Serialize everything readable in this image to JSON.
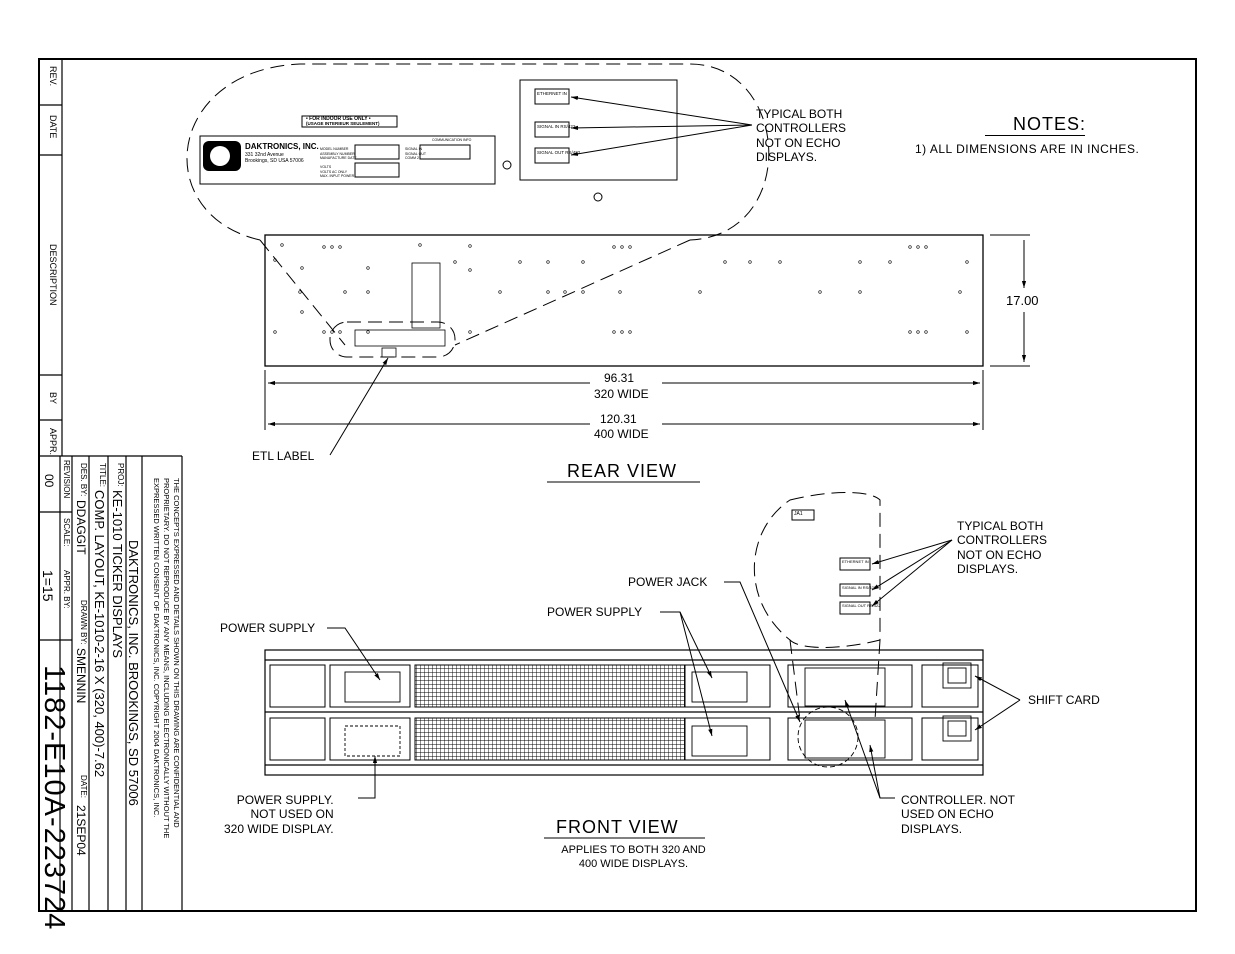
{
  "notes": {
    "title": "NOTES:",
    "items": [
      "1) ALL DIMENSIONS ARE IN INCHES."
    ]
  },
  "rear_view": {
    "title": "REAR VIEW",
    "height_dim": "17.00",
    "width_320": "96.31",
    "width_320_label": "320 WIDE",
    "width_400": "120.31",
    "width_400_label": "400 WIDE",
    "etl_label": "ETL LABEL",
    "controllers_note": [
      "TYPICAL BOTH",
      "CONTROLLERS",
      "NOT ON ECHO",
      "DISPLAYS."
    ],
    "ports": [
      "ETHERNET IN",
      "SIGNAL IN RS/422",
      "SIGNAL OUT RS/422"
    ]
  },
  "label_plate": {
    "indoor_line1": "• FOR INDOOR USE ONLY •",
    "indoor_line2": "(USAGE INTERIEUR SEULEMENT)",
    "company": "DAKTRONICS, INC.",
    "address1": "331 32nd Avenue",
    "address2": "Brookings, SD USA 57006",
    "fields": [
      "MODEL NUMBER",
      "ASSEMBLY NUMBER",
      "MANUFACTURE DATE",
      "VOLTS",
      "VOLTS AC ONLY",
      "MAX. INPUT POWER"
    ],
    "comm": "COMMUNICATION INFO",
    "signals": [
      "SIGNAL IN",
      "SIGNAL OUT",
      "COMM 2"
    ]
  },
  "front_view": {
    "title": "FRONT VIEW",
    "subtitle": [
      "APPLIES TO BOTH 320 AND",
      "400 WIDE DISPLAYS."
    ],
    "power_supply_left": "POWER SUPPLY",
    "power_supply_mid": "POWER SUPPLY",
    "power_jack": "POWER JACK",
    "shift_card": "SHIFT CARD",
    "power_supply_note": [
      "POWER SUPPLY.",
      "NOT USED ON",
      "320 WIDE DISPLAY."
    ],
    "controller_note": [
      "CONTROLLER. NOT",
      "USED ON ECHO",
      "DISPLAYS."
    ],
    "controllers_note": [
      "TYPICAL BOTH",
      "CONTROLLERS",
      "NOT ON ECHO",
      "DISPLAYS."
    ],
    "jack_id": "JA1",
    "ports": [
      "ETHERNET IN",
      "SIGNAL IN RS/422",
      "SIGNAL OUT RS/422"
    ]
  },
  "revision_block": {
    "rev": "REV.",
    "date": "DATE",
    "description": "DESCRIPTION",
    "by": "BY",
    "appr": "APPR."
  },
  "title_block": {
    "confidential": [
      "THE CONCEPTS EXPRESSED AND DETAILS SHOWN ON THIS DRAWING ARE CONFIDENTIAL AND",
      "PROPRIETARY. DO NOT REPRODUCE BY ANY MEANS, INCLUDING ELECTRONICALLY WITHOUT THE",
      "EXPRESSED WRITTEN CONSENT OF DAKTRONICS, INC.          COPYRIGHT 2004 DAKTRONICS, INC."
    ],
    "company": "DAKTRONICS, INC.  BROOKINGS, SD 57006",
    "proj_label": "PROJ:",
    "proj": "KE-1010 TICKER DISPLAYS",
    "title_label": "TITLE:",
    "title": "COMP. LAYOUT, KE-1010-2-16 X (320, 400)-7.62",
    "des_label": "DES. BY:",
    "des": "DDAGGIT",
    "drawn_label": "DRAWN BY:",
    "drawn": "SMENNIN",
    "date_label": "DATE:",
    "date": "21SEP04",
    "revision_label": "REVISION",
    "revision": "00",
    "scale_label": "SCALE:",
    "scale": "1=15",
    "appr_label": "APPR. BY:",
    "drawing_number": "1182-E10A-223724"
  }
}
